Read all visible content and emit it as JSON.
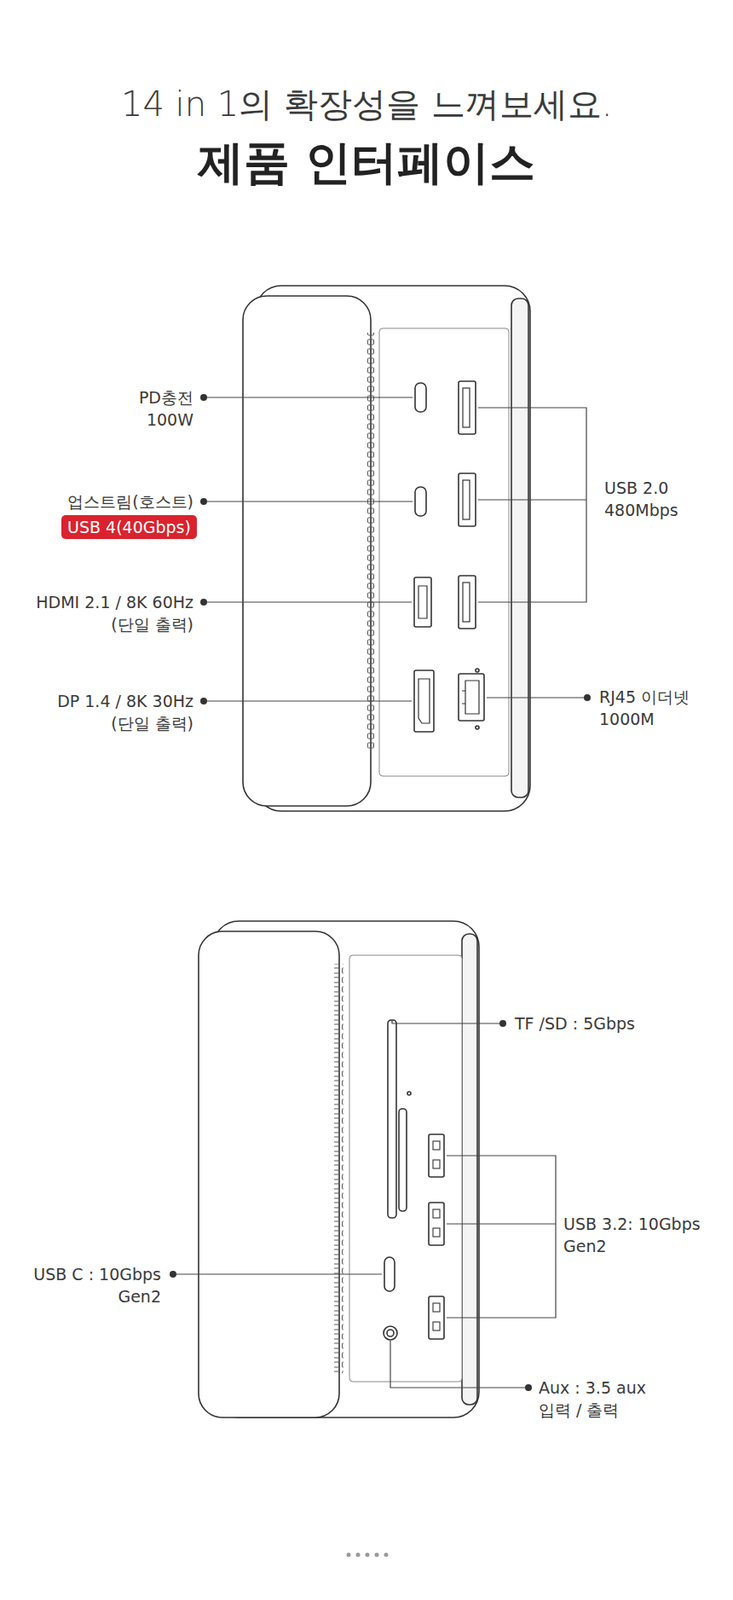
{
  "diagram": {
    "title": "제품 인터페이스",
    "nodes": [
      {
        "text": [
          "USB 4(40Gbps)"
        ]
      }
    ],
    "labels": [
      "14 in 1의 확장성을 느껴보세요.",
      "PD충전 100W",
      "업스트림(호스트)",
      "HDMI 2.1 / 8K 60Hz (단일 출력)",
      "DP 1.4 / 8K 30Hz (단일 출력)",
      "USB 2.0 480Mbps",
      "RJ45 이더넷 1000M",
      "TF /SD : 5Gbps",
      "USB 3.2: 10Gbps Gen2",
      "USB C : 10Gbps Gen2",
      "Aux : 3.5 aux 입력 / 출력"
    ]
  }
}
